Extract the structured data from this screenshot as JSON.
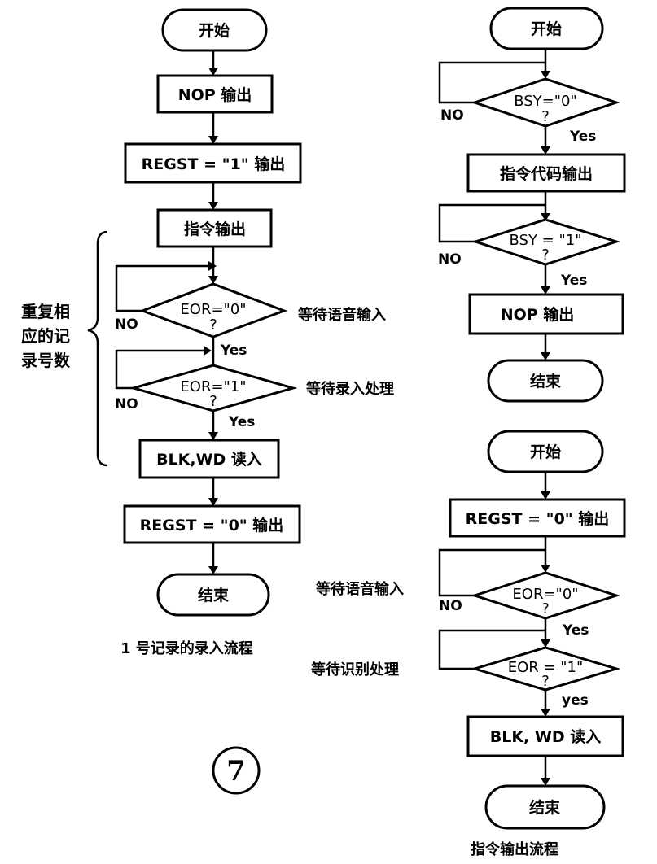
{
  "flow1": {
    "start": "开始",
    "nop": "NOP 输出",
    "regst1": "REGST = \"1\"  输出",
    "cmd": "指令输出",
    "eor0": "EOR=\"0\"",
    "eor1": "EOR=\"1\"",
    "q": "?",
    "no": "NO",
    "yes": "Yes",
    "wait_voice": "等待语音输入",
    "wait_record": "等待录入处理",
    "read": "BLK,WD 读入",
    "regst0": "REGST = \"0\" 输出",
    "end": "结束",
    "caption": "1 号记录的录入流程",
    "side_line1": "重复相",
    "side_line2": "应的记",
    "side_line3": "录号数"
  },
  "flow2": {
    "start": "开始",
    "bsy0": "BSY=\"0\"",
    "q": "?",
    "no": "NO",
    "yes": "Yes",
    "code_out": "指令代码输出",
    "bsy1": "BSY = \"1\"",
    "nop": "NOP  输出",
    "end": "结束"
  },
  "flow3": {
    "start": "开始",
    "regst0": "REGST = \"0\" 输出",
    "wait_voice": "等待语音输入",
    "eor0": "EOR=\"0\"",
    "q": "?",
    "no": "NO",
    "yes": "Yes",
    "wait_recog": "等待识别处理",
    "eor1": "EOR = \"1\"",
    "yes2": "yes",
    "read": "BLK, WD 读入",
    "end": "结束",
    "caption": "指令输出流程"
  },
  "figure_number": "7"
}
